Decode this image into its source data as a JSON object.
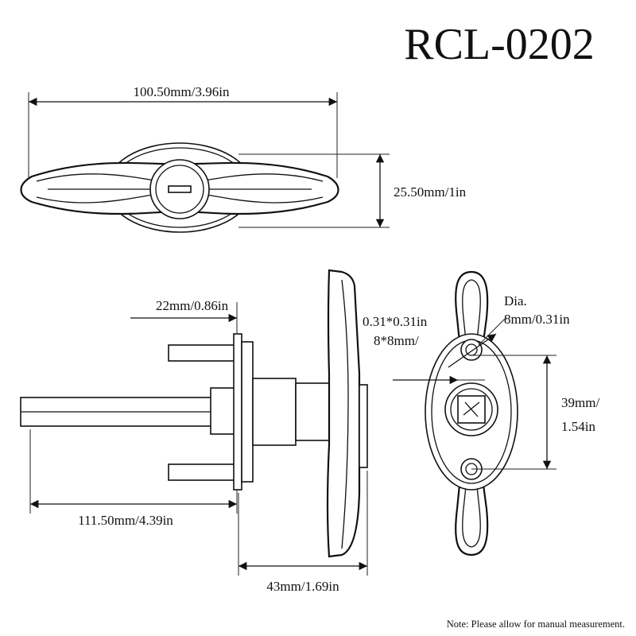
{
  "title": "RCL-0202",
  "note": "Note: Please allow for manual measurement.",
  "dimensions": {
    "overall_width": "100.50mm/3.96in",
    "height": "25.50mm/1in",
    "flange_depth": "22mm/0.86in",
    "shaft_length": "111.50mm/4.39in",
    "handle_depth": "43mm/1.69in",
    "square_inch": "0.31*0.31in",
    "square_mm": "8*8mm/",
    "hole_dia_label": "Dia.",
    "hole_dia_value": "8mm/0.31in",
    "hole_spacing_mm": "39mm/",
    "hole_spacing_in": "1.54in"
  }
}
